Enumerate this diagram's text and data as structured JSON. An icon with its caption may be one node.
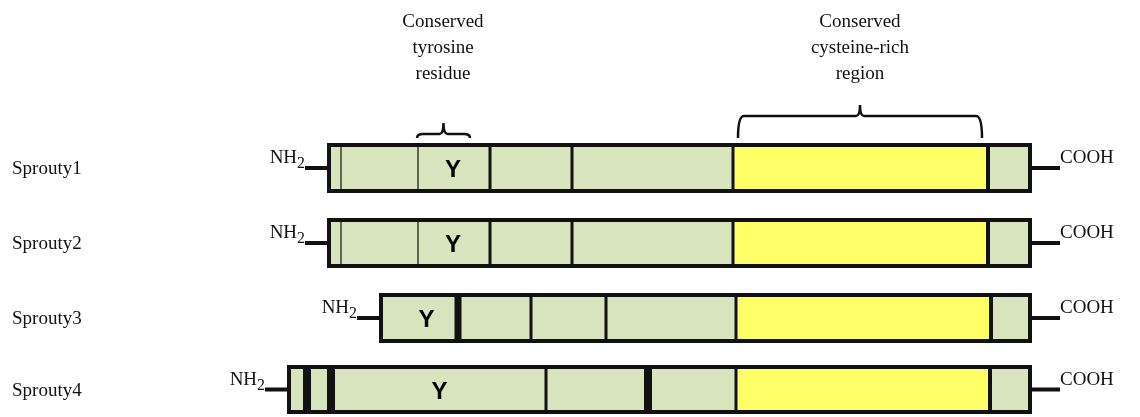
{
  "diagram": {
    "nodes": [
      {
        "text": [
          "NH$_{2}$"
        ]
      },
      {
        "text": [
          "Y"
        ]
      },
      {
        "text": [
          "COOH"
        ]
      },
      {
        "text": [
          "NH$_{2}$"
        ]
      },
      {
        "text": [
          "Y"
        ]
      },
      {
        "text": [
          "COOH"
        ]
      },
      {
        "text": [
          "NH$_{2}$"
        ]
      },
      {
        "text": [
          "Y"
        ]
      },
      {
        "text": [
          "COOH"
        ]
      },
      {
        "text": [
          "NH$_{2}$"
        ]
      },
      {
        "text": [
          "Y"
        ]
      },
      {
        "text": [
          "COOH"
        ]
      }
    ],
    "edges": [
      {
        "from": 0,
        "to": 1,
        "arrow": "none"
      },
      {
        "from": 1,
        "to": 2,
        "arrow": "none"
      },
      {
        "from": 3,
        "to": 4,
        "arrow": "none"
      },
      {
        "from": 4,
        "to": 5,
        "arrow": "none"
      },
      {
        "from": 6,
        "to": 7,
        "arrow": "none"
      },
      {
        "from": 7,
        "to": 8,
        "arrow": "none"
      },
      {
        "from": 9,
        "to": 10,
        "arrow": "none"
      },
      {
        "from": 10,
        "to": 11,
        "arrow": "none"
      }
    ],
    "labels": [
      "Conserved tyrosine residue",
      "Conserved cysteine-rich region",
      "Sprouty1",
      "Sprouty2",
      "Sprouty3",
      "Sprouty4"
    ]
  }
}
